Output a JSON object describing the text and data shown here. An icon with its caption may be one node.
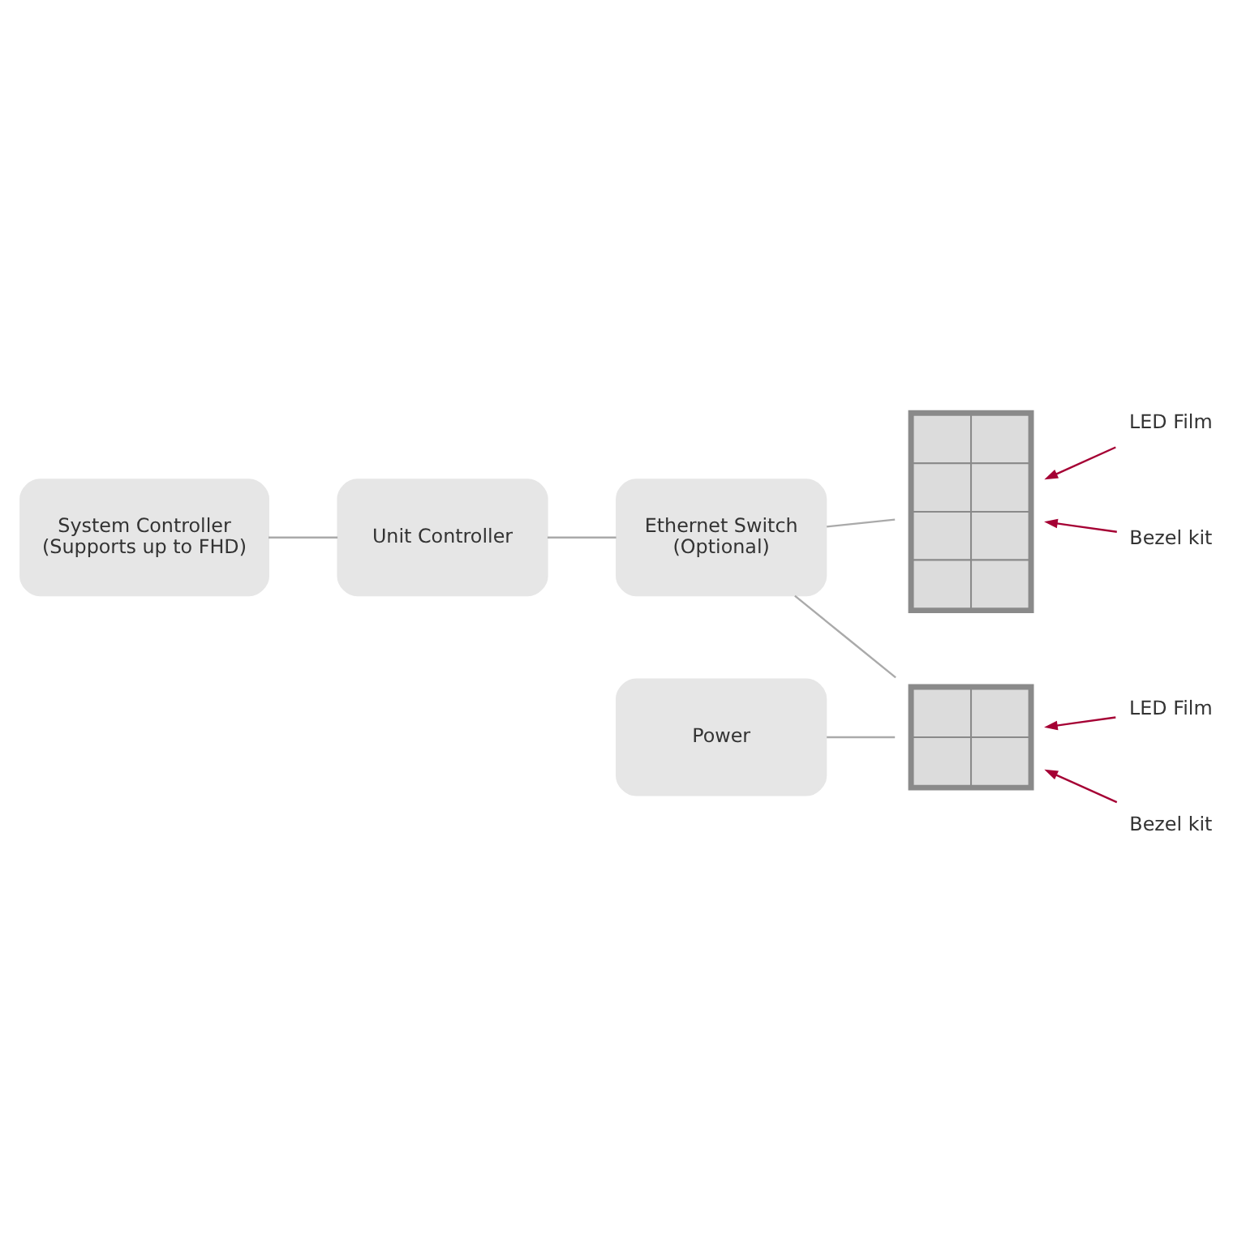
{
  "diagram": {
    "nodes": [
      {
        "text": [
          "System Controller",
          "(Supports up to FHD)"
        ]
      },
      {
        "text": [
          "Unit Controller"
        ]
      },
      {
        "text": [
          "Ethernet Switch",
          "(Optional)"
        ]
      },
      {
        "text": [],
        "shape": "picture"
      },
      {
        "text": [],
        "shape": "picture"
      },
      {
        "text": [
          "Power"
        ]
      },
      {
        "text": [
          "LED Film"
        ]
      },
      {
        "text": [
          "Bezel kit"
        ]
      },
      {
        "text": [
          "LED Film"
        ]
      },
      {
        "text": [
          "Bezel kit"
        ]
      }
    ],
    "edges": [
      {
        "from": 0,
        "to": 1,
        "arrow": "none"
      },
      {
        "from": 1,
        "to": 2,
        "arrow": "none"
      },
      {
        "from": 2,
        "to": 3,
        "arrow": "none"
      },
      {
        "from": 2,
        "to": 4,
        "arrow": "none"
      },
      {
        "from": 5,
        "to": 4,
        "arrow": "none"
      },
      {
        "from": 6,
        "to": 3,
        "arrow": "to",
        "color": "#a50034"
      },
      {
        "from": 7,
        "to": 3,
        "arrow": "to",
        "color": "#a50034"
      },
      {
        "from": 8,
        "to": 4,
        "arrow": "to",
        "color": "#a50034"
      },
      {
        "from": 9,
        "to": 4,
        "arrow": "to",
        "color": "#a50034"
      }
    ]
  }
}
